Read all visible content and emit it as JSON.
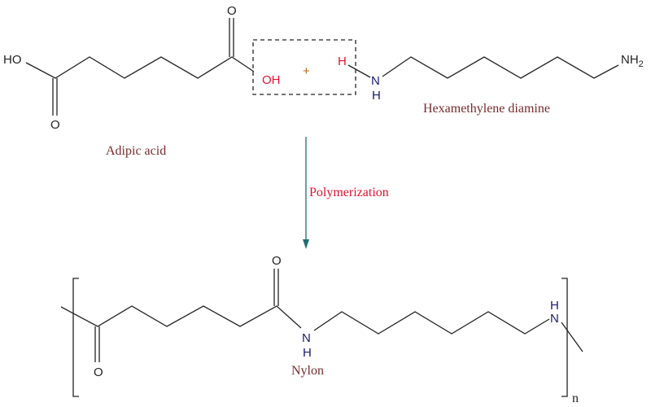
{
  "colors": {
    "bond": "#222222",
    "atom": "#222222",
    "heteroatom_nitrogen": "#1a1a6e",
    "removed_atoms": "#e8112d",
    "label": "#7a2a2a",
    "arrow": "#1f6f6f",
    "process_label": "#e8112d"
  },
  "reactants": {
    "adipic_acid": {
      "label": "Adipic acid",
      "atoms": {
        "ho": "HO",
        "o_top": "O",
        "o_bottom": "O",
        "oh": "OH"
      }
    },
    "plus": "+",
    "hexamethylene_diamine": {
      "label": "Hexamethylene diamine",
      "atoms": {
        "h_removed": "H",
        "n": "N",
        "nh_h": "H",
        "nh2": "NH",
        "nh2_sub": "2"
      }
    }
  },
  "arrow": {
    "label": "Polymerization"
  },
  "product": {
    "label": "Nylon",
    "atoms": {
      "o_top": "O",
      "o_bottom": "O",
      "n_mid": "N",
      "h_mid": "H",
      "n_end": "N",
      "h_end": "H"
    },
    "repeat_subscript": "n"
  }
}
